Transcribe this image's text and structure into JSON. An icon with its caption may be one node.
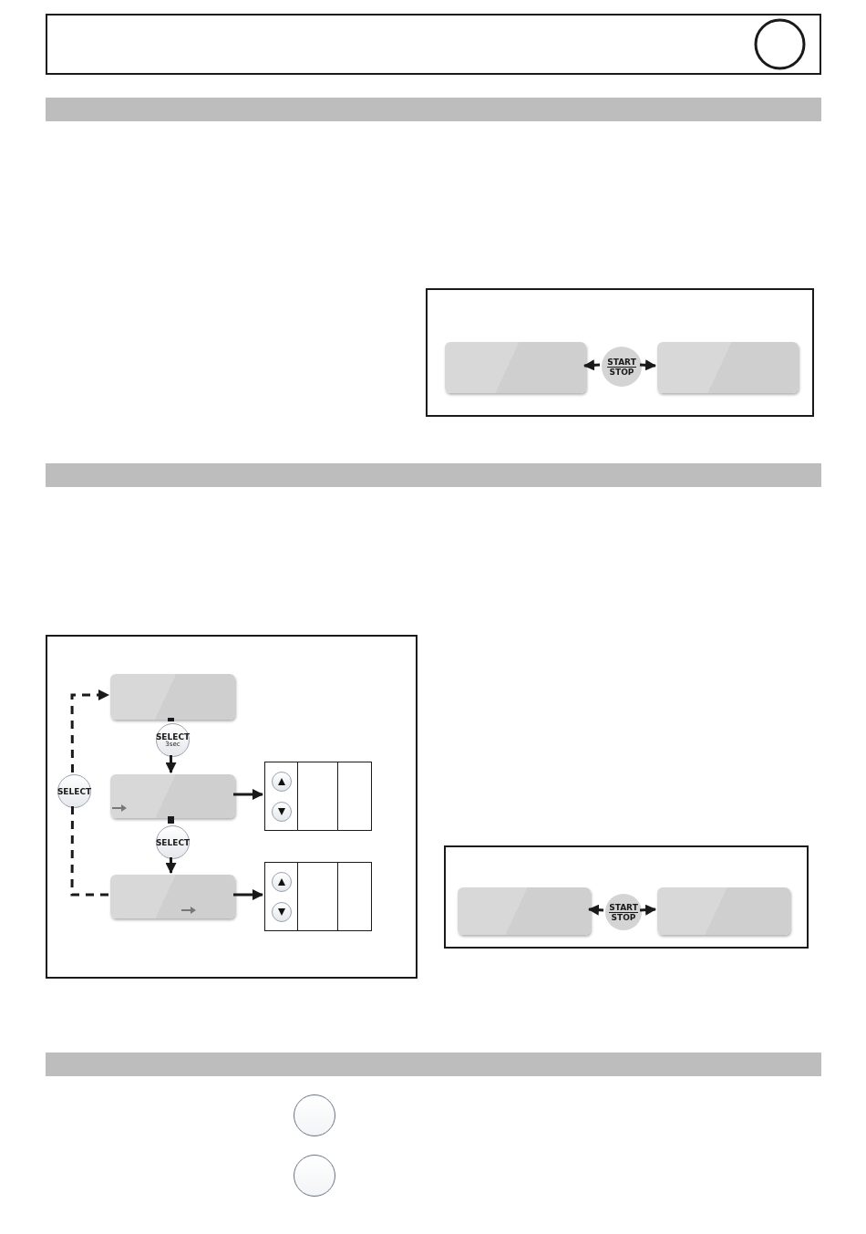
{
  "diagram": {
    "nodes": [
      {
        "text": [],
        "shape": "box"
      },
      {
        "text": [],
        "in": 0,
        "shape": "box"
      },
      {
        "text": [
          "START",
          "STOP"
        ],
        "in": 0
      },
      {
        "text": [],
        "in": 0,
        "shape": "box"
      },
      {
        "text": [],
        "shape": "box"
      },
      {
        "text": [],
        "in": 4,
        "shape": "box"
      },
      {
        "text": [
          "SELECT",
          "3sec"
        ],
        "in": 4
      },
      {
        "text": [],
        "in": 4,
        "shape": "box"
      },
      {
        "text": [
          "SELECT"
        ],
        "in": 4
      },
      {
        "text": [],
        "in": 4,
        "shape": "box"
      },
      {
        "text": [
          "SELECT"
        ],
        "in": 4
      },
      {
        "text": [],
        "in": 4,
        "shape": "table"
      },
      {
        "text": [],
        "in": 4,
        "shape": "table"
      },
      {
        "text": [],
        "shape": "box"
      },
      {
        "text": [],
        "in": 13,
        "shape": "box"
      },
      {
        "text": [
          "START",
          "STOP"
        ],
        "in": 13
      },
      {
        "text": [],
        "in": 13,
        "shape": "box"
      },
      {
        "text": [],
        "shape": "circle"
      },
      {
        "text": [],
        "shape": "circle"
      },
      {
        "text": [],
        "shape": "bar"
      },
      {
        "text": [],
        "shape": "bar"
      },
      {
        "text": [],
        "shape": "bar"
      }
    ],
    "edges": [
      {
        "from": 2,
        "to": 1,
        "arrow": "to"
      },
      {
        "from": 2,
        "to": 3,
        "arrow": "to"
      },
      {
        "from": 5,
        "to": 6,
        "arrow": "none",
        "style": "thick"
      },
      {
        "from": 6,
        "to": 7,
        "arrow": "to"
      },
      {
        "from": 7,
        "to": 8,
        "arrow": "none",
        "style": "thick"
      },
      {
        "from": 8,
        "to": 9,
        "arrow": "to"
      },
      {
        "from": 7,
        "to": 11,
        "arrow": "to"
      },
      {
        "from": 9,
        "to": 12,
        "arrow": "to"
      },
      {
        "from": 9,
        "to": 10,
        "arrow": "none",
        "style": "dashed"
      },
      {
        "from": 10,
        "to": 5,
        "arrow": "to",
        "style": "dashed"
      },
      {
        "from": 15,
        "to": 14,
        "arrow": "to"
      },
      {
        "from": 15,
        "to": 16,
        "arrow": "to"
      }
    ]
  }
}
